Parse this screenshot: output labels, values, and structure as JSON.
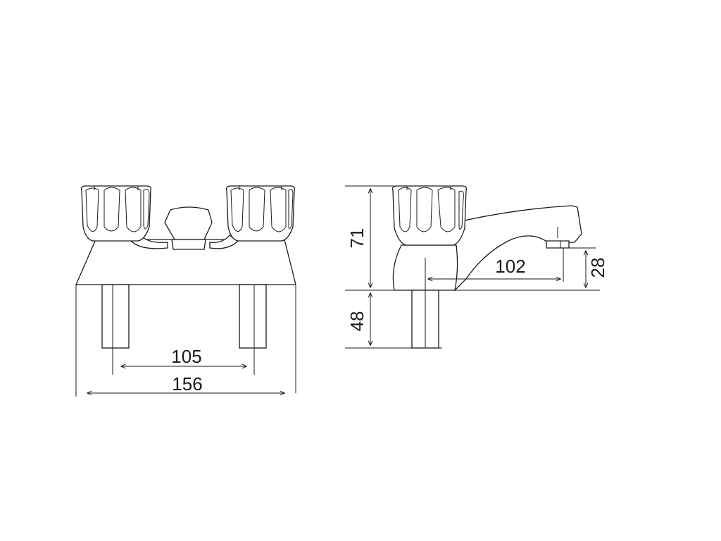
{
  "dimensions": {
    "front_spacing": "105",
    "front_width": "156",
    "side_height": "71",
    "side_reach": "102",
    "spout_height": "28",
    "shank_length": "48"
  },
  "colors": {
    "line": "#1a1a1a",
    "background": "#ffffff"
  }
}
